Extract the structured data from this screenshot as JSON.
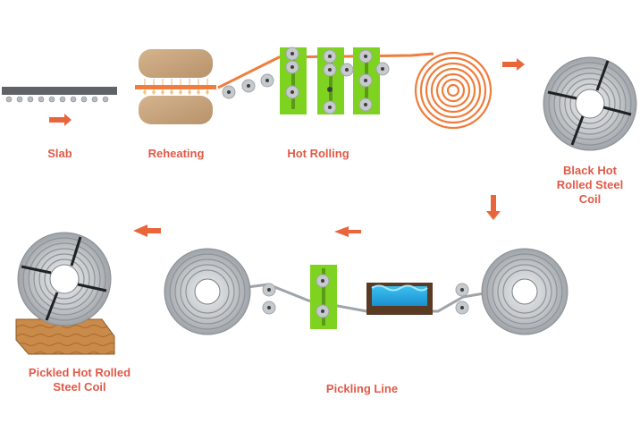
{
  "diagram": {
    "steps": {
      "slab": "Slab",
      "reheating": "Reheating",
      "hot_rolling": "Hot Rolling",
      "black_coil": "Black Hot\nRolled Steel\nCoil",
      "pickling_line": "Pickling Line",
      "pickled_coil": "Pickled Hot Rolled\nSteel Coil"
    },
    "colors": {
      "label": "#e05a47",
      "arrow": "#e8663a",
      "hot_strip": "#ef7d3c",
      "roll_stand": "#7ed321",
      "furnace": "#c9a57e",
      "coil_steel": "#b8bcc1",
      "acid_bath": "#29a8e0",
      "wood": "#c98a4a"
    }
  }
}
